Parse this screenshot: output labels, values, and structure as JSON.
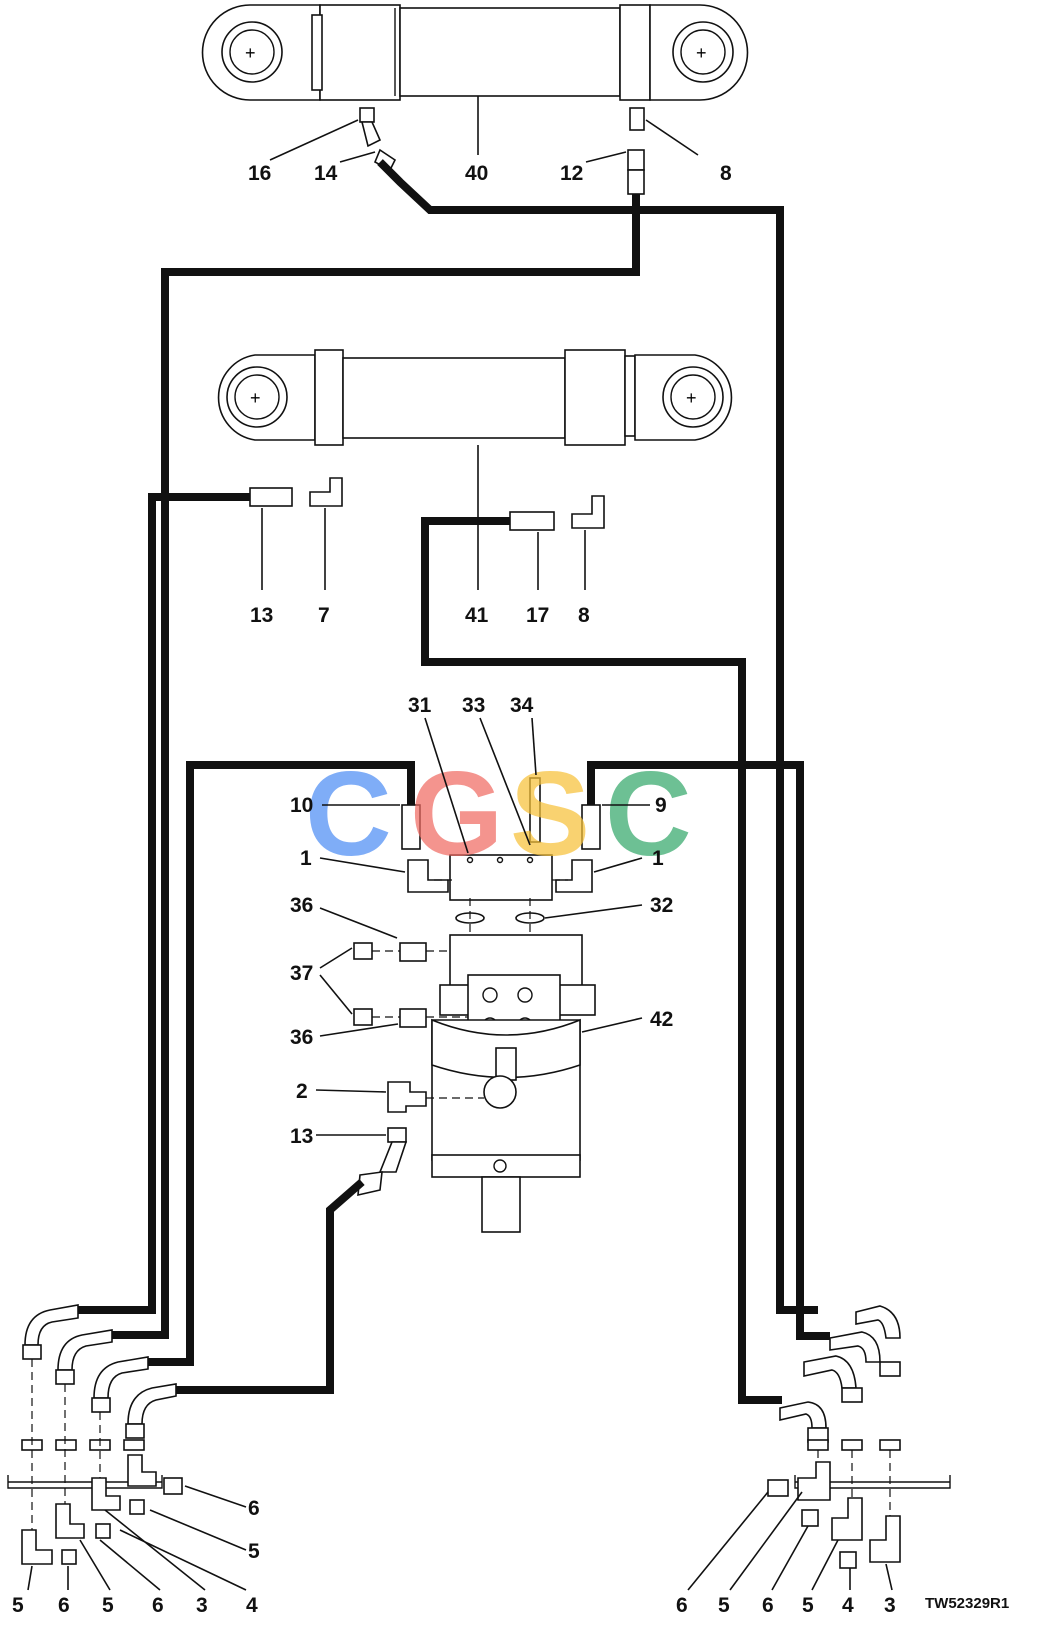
{
  "figure_id": "TW52329R1",
  "watermark": {
    "letters": [
      "C",
      "G",
      "S",
      "C"
    ],
    "colors": [
      "#4f8ef5",
      "#f06b63",
      "#f7c23a",
      "#36a86b"
    ]
  },
  "callouts": {
    "c_16": "16",
    "c_14": "14",
    "c_40": "40",
    "c_12": "12",
    "c_8_top": "8",
    "c_13_mid": "13",
    "c_7": "7",
    "c_41": "41",
    "c_17": "17",
    "c_8_mid": "8",
    "c_31": "31",
    "c_33": "33",
    "c_34": "34",
    "c_10": "10",
    "c_9": "9",
    "c_1_left": "1",
    "c_1_right": "1",
    "c_36_top": "36",
    "c_32": "32",
    "c_37": "37",
    "c_36_bot": "36",
    "c_42": "42",
    "c_2": "2",
    "c_13_low": "13",
    "bl_5a": "5",
    "bl_6a": "6",
    "bl_5b": "5",
    "bl_6b": "6",
    "bl_3": "3",
    "bl_4": "4",
    "bl_6c": "6",
    "bl_5c": "5",
    "br_6a": "6",
    "br_5a": "5",
    "br_6b": "6",
    "br_5b": "5",
    "br_4": "4",
    "br_3": "3"
  }
}
